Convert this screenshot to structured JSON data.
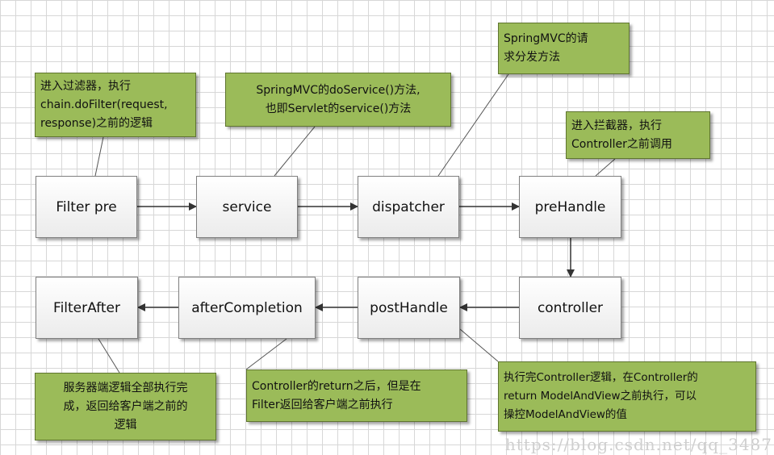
{
  "nodes": {
    "filter_pre": "Filter pre",
    "service": "service",
    "dispatcher": "dispatcher",
    "prehandle": "preHandle",
    "controller": "controller",
    "posthandle": "postHandle",
    "after_completion": "afterCompletion",
    "filter_after": "FilterAfter"
  },
  "notes": {
    "filter_pre": "进入过滤器，执行\nchain.doFilter(request,\nresponse)之前的逻辑",
    "service": "SpringMVC的doService()方法,\n也即Servlet的service()方法",
    "dispatcher": "SpringMVC的请\n求分发方法",
    "prehandle": "进入拦截器，执行\nController之前调用",
    "posthandle": "执行完Controller逻辑，在Controller的\nreturn ModelAndView之前执行，可以\n操控ModelAndView的值",
    "after_completion": "Controller的return之后，但是在\nFilter返回给客户端之前执行",
    "filter_after": "服务器端逻辑全部执行完\n成，返回给客户端之前的\n逻辑"
  },
  "watermark": "https://blog.csdn.net/qq_3487"
}
